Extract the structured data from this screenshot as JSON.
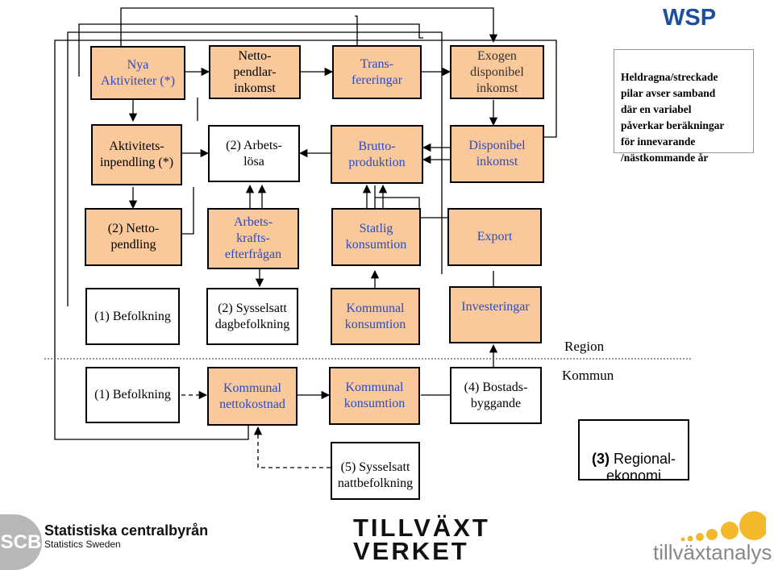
{
  "boxes": {
    "nya_aktiviteter": "Nya\nAktiviteter (*)",
    "nettopendlarinkomst": "Netto-\npendlar-\ninkomst",
    "transfereringar": "Trans-\nfereringar",
    "exogen_disponibel_inkomst": "Exogen\ndisponibel\ninkomst",
    "aktivitetsinpendling": "Aktivitets-\ninpendling (*)",
    "arbetslosa": "(2) Arbets-\nlösa",
    "bruttoproduktion": "Brutto-\nproduktion",
    "disponibel_inkomst": "Disponibel\ninkomst",
    "nettopendling": "(2) Netto-\npendling",
    "arbetskraftsefterfragan": "Arbets-\nkrafts-\nefterfrågan",
    "statlig_konsumtion": "Statlig\nkonsumtion",
    "export": "Export",
    "befolkning_region": "(1) Befolkning",
    "sysselsatt_dagbefolkning": "(2) Sysselsatt\ndagbefolkning",
    "kommunal_konsumtion_region": "Kommunal\nkonsumtion",
    "investeringar": "Investeringar",
    "befolkning_kommun": "(1) Befolkning",
    "kommunal_nettokostnad": "Kommunal\nnettokostnad",
    "kommunal_konsumtion_kommun": "Kommunal\nkonsumtion",
    "bostadsbyggande": "(4) Bostads-\nbyggande",
    "sysselsatt_nattbefolkning": "(5) Sysselsatt\nnattbefolkning"
  },
  "labels": {
    "region": "Region",
    "kommun": "Kommun"
  },
  "legend_text": "Heldragna/streckade\npilar avser samband\ndär en variabel\npåverkar beräkningar\nför innevarande\n/nästkommande år",
  "regionalekonomi": {
    "number": "(3)",
    "text": " Regional-\nekonomi"
  },
  "logos": {
    "wsp": "WSP",
    "scb_mark": "SCB",
    "scb_name": "Statistiska centralbyrån",
    "scb_sub": "Statistics Sweden",
    "tillvaxtverket": "TILLVÄXT\nVERKET",
    "tillvaxtanalys": "tillväxtanalys"
  },
  "colors": {
    "peach": "#f9c89b",
    "blue_text": "#2a4cc4",
    "wsp": "#1d4fa0"
  }
}
